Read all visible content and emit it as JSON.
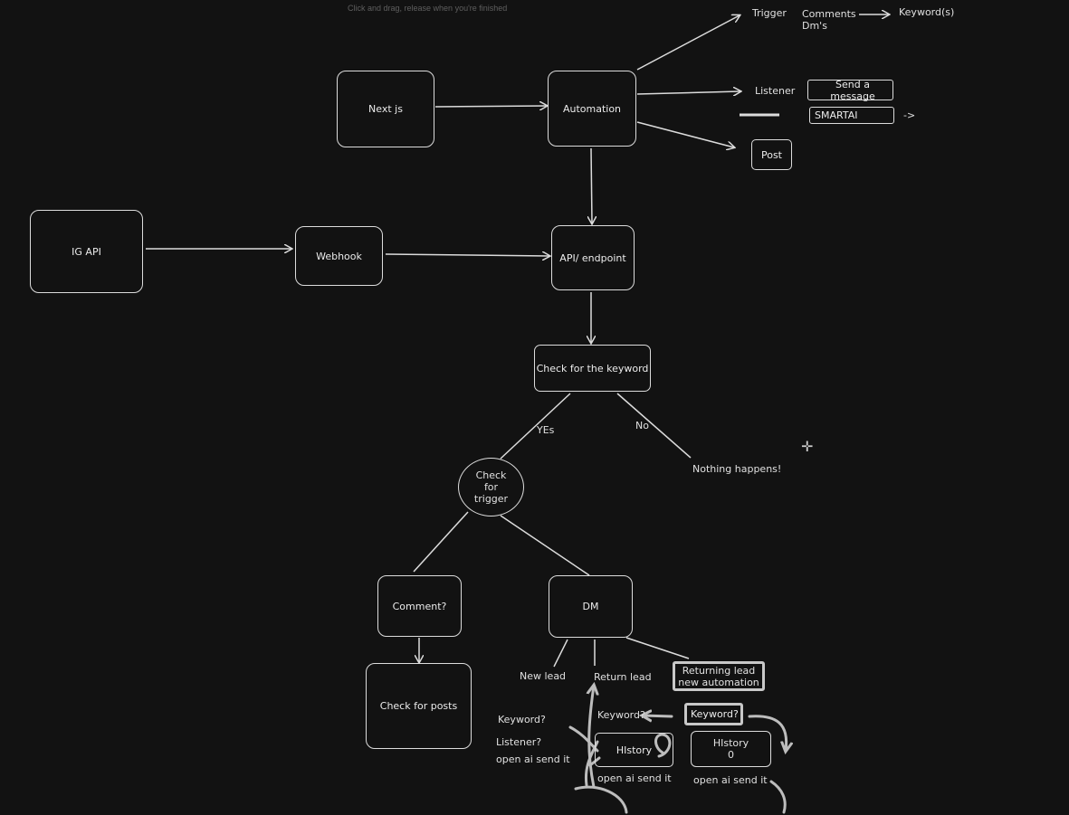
{
  "canvas_hint": "Click and drag, release when you're finished",
  "nodes": {
    "nextjs": "Next js",
    "automation": "Automation",
    "ig_api": "IG API",
    "webhook": "Webhook",
    "api_endpoint": "API/ endpoint",
    "check_keyword": "Check for the keyword",
    "check_trigger": "Check\nfor\ntrigger",
    "comment": "Comment?",
    "dm": "DM",
    "check_posts": "Check for posts",
    "post": "Post",
    "send_message": "Send a message",
    "smartai": "SMARTAI",
    "returning_lead": "Returning lead\nnew automation",
    "keyword_box": "Keyword?",
    "history_left": "HIstory",
    "history_right": "HIstory\n0"
  },
  "labels": {
    "trigger": "Trigger",
    "comments_dms": "Comments\nDm's",
    "keywords": "Keyword(s)",
    "listener": "Listener",
    "smartai_arrow": "->",
    "yes": "YEs",
    "no": "No",
    "nothing_happens": "Nothing happens!",
    "new_lead": "New lead",
    "return_lead": "Return lead",
    "keyword_left": "Keyword?",
    "keyword_mid": "Keyword?",
    "listener_q": "Listener?",
    "open_ai_left": "open ai send it",
    "open_ai_mid": "open ai send it",
    "open_ai_right": "open ai send it"
  },
  "cursor_icon": "plus-crosshair-icon",
  "colors": {
    "background": "#121212",
    "stroke": "#dcdcdc",
    "highlight_stroke": "#c8c8c8"
  }
}
